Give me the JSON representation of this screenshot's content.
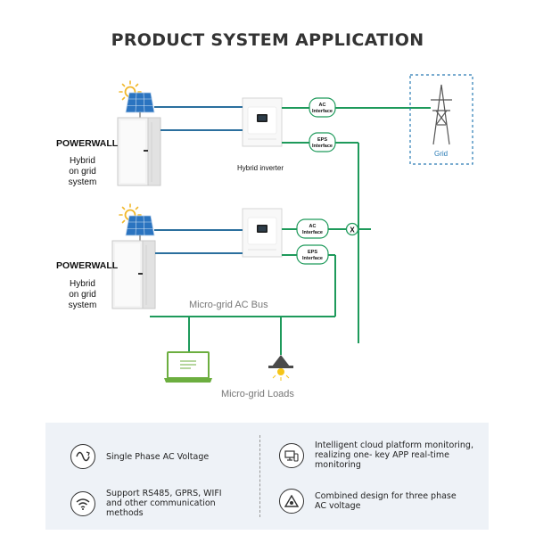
{
  "title": "PRODUCT SYSTEM APPLICATION",
  "systems": [
    {
      "name": "POWERWALL",
      "subtitle_line1": "Hybrid",
      "subtitle_line2": "on grid system",
      "inverter_label": "Hybrid inverter",
      "ac_label_line1": "AC",
      "ac_label_line2": "Interface",
      "eps_label_line1": "EPS",
      "eps_label_line2": "Interface"
    },
    {
      "name": "POWERWALL",
      "subtitle_line1": "Hybrid",
      "subtitle_line2": "on grid system",
      "inverter_label": "",
      "ac_label_line1": "AC",
      "ac_label_line2": "Interface",
      "eps_label_line1": "EPS",
      "eps_label_line2": "Interface",
      "switch_symbol": "X"
    }
  ],
  "grid_label": "Grid",
  "bus_label": "Micro-grid AC Bus",
  "loads_label": "Micro-grid Loads",
  "features": [
    {
      "icon": "sine-wave-icon",
      "text_line1": "Single Phase AC Voltage",
      "text_line2": "",
      "text_line3": ""
    },
    {
      "icon": "wifi-icon",
      "text_line1": "Support RS485, GPRS, WIFI",
      "text_line2": "and other communication",
      "text_line3": "methods"
    },
    {
      "icon": "cloud-monitor-icon",
      "text_line1": "Intelligent cloud platform monitoring,",
      "text_line2": "realizing one- key APP real-time",
      "text_line3": "monitoring"
    },
    {
      "icon": "three-phase-icon",
      "text_line1": "Combined design for three phase",
      "text_line2": "AC voltage",
      "text_line3": ""
    }
  ],
  "colors": {
    "dc_line": "#2b6f9e",
    "ac_line": "#1e9a5b",
    "grid_box": "#2a7bb5",
    "panel_bg": "#eef2f7"
  }
}
